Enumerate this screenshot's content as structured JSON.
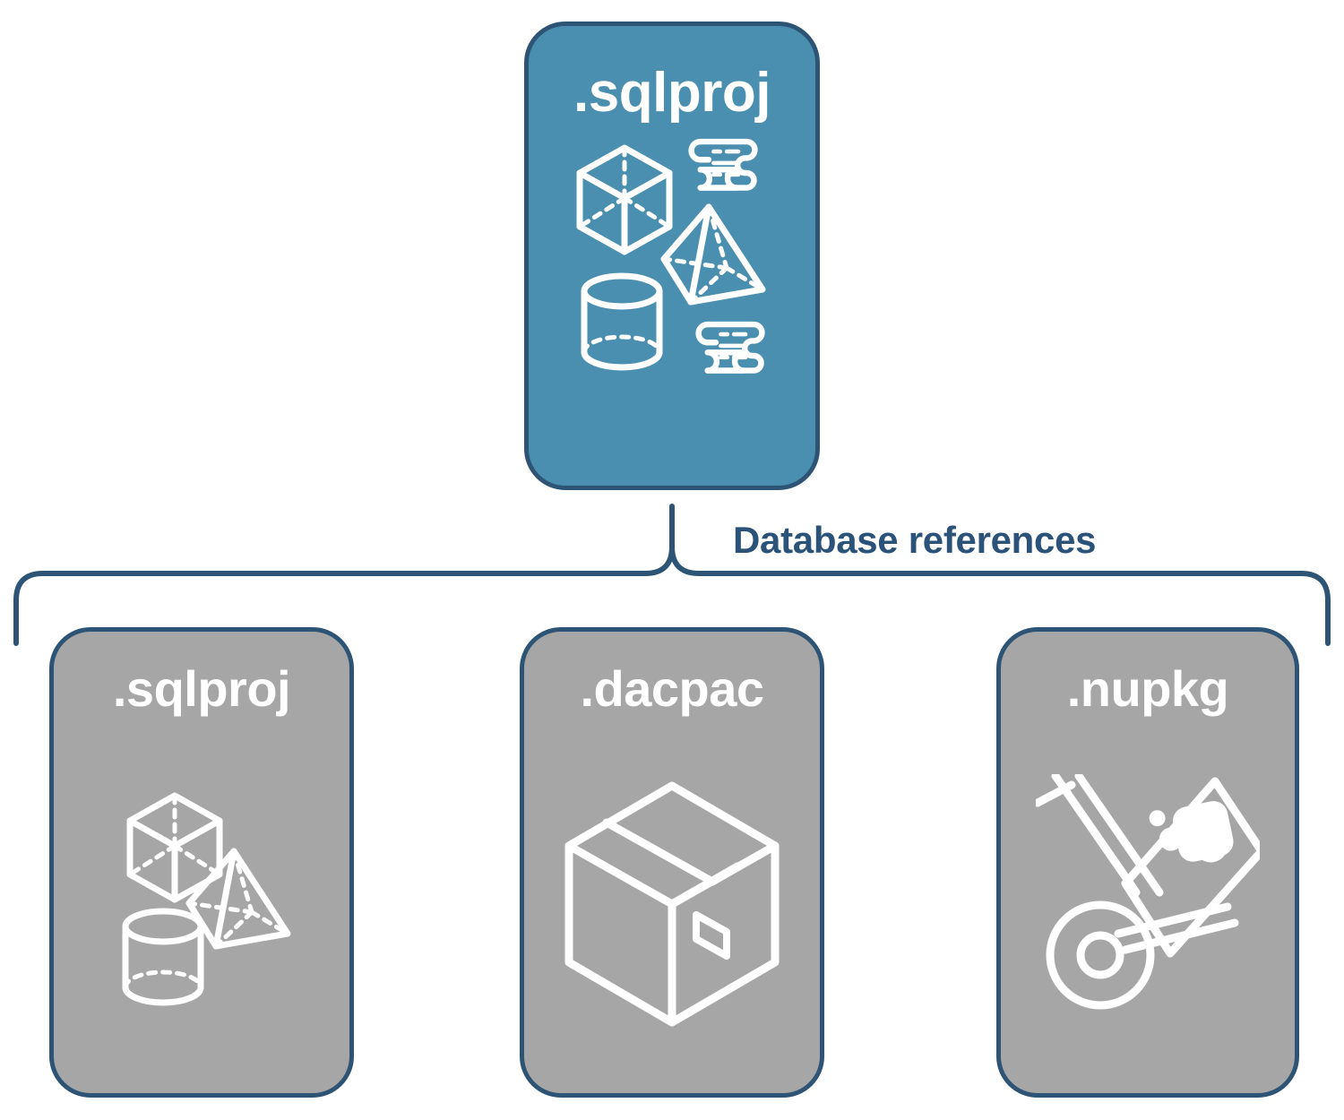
{
  "diagram": {
    "title": "SQL database project database references",
    "background_color": "#ffffff",
    "accent_color": "#4a8fb0",
    "neutral_color": "#a6a6a6",
    "outline_color": "#2d5474",
    "label_text_color": "#2b5278"
  },
  "top_card": {
    "label": ".sqlproj",
    "fill": "#4a8fb0",
    "icons": [
      "cube-wireframe-icon",
      "pyramid-wireframe-icon",
      "cylinder-wireframe-icon",
      "scroll-icon",
      "scroll-icon"
    ]
  },
  "connector": {
    "label": "Database references",
    "style": "curly-brace",
    "color": "#2d5474"
  },
  "reference_cards": [
    {
      "label": ".sqlproj",
      "fill": "#a6a6a6",
      "icon": "database-objects-icon",
      "icon_parts": [
        "cube-wireframe-icon",
        "pyramid-wireframe-icon",
        "cylinder-wireframe-icon"
      ]
    },
    {
      "label": ".dacpac",
      "fill": "#a6a6a6",
      "icon": "shipping-box-icon",
      "icon_parts": [
        "isometric-box-icon",
        "box-tape-flap",
        "box-label-diamond"
      ]
    },
    {
      "label": ".nupkg",
      "fill": "#a6a6a6",
      "icon": "hand-truck-package-icon",
      "icon_parts": [
        "hand-truck-icon",
        "nuget-package-icon",
        "wheel-icon"
      ]
    }
  ]
}
